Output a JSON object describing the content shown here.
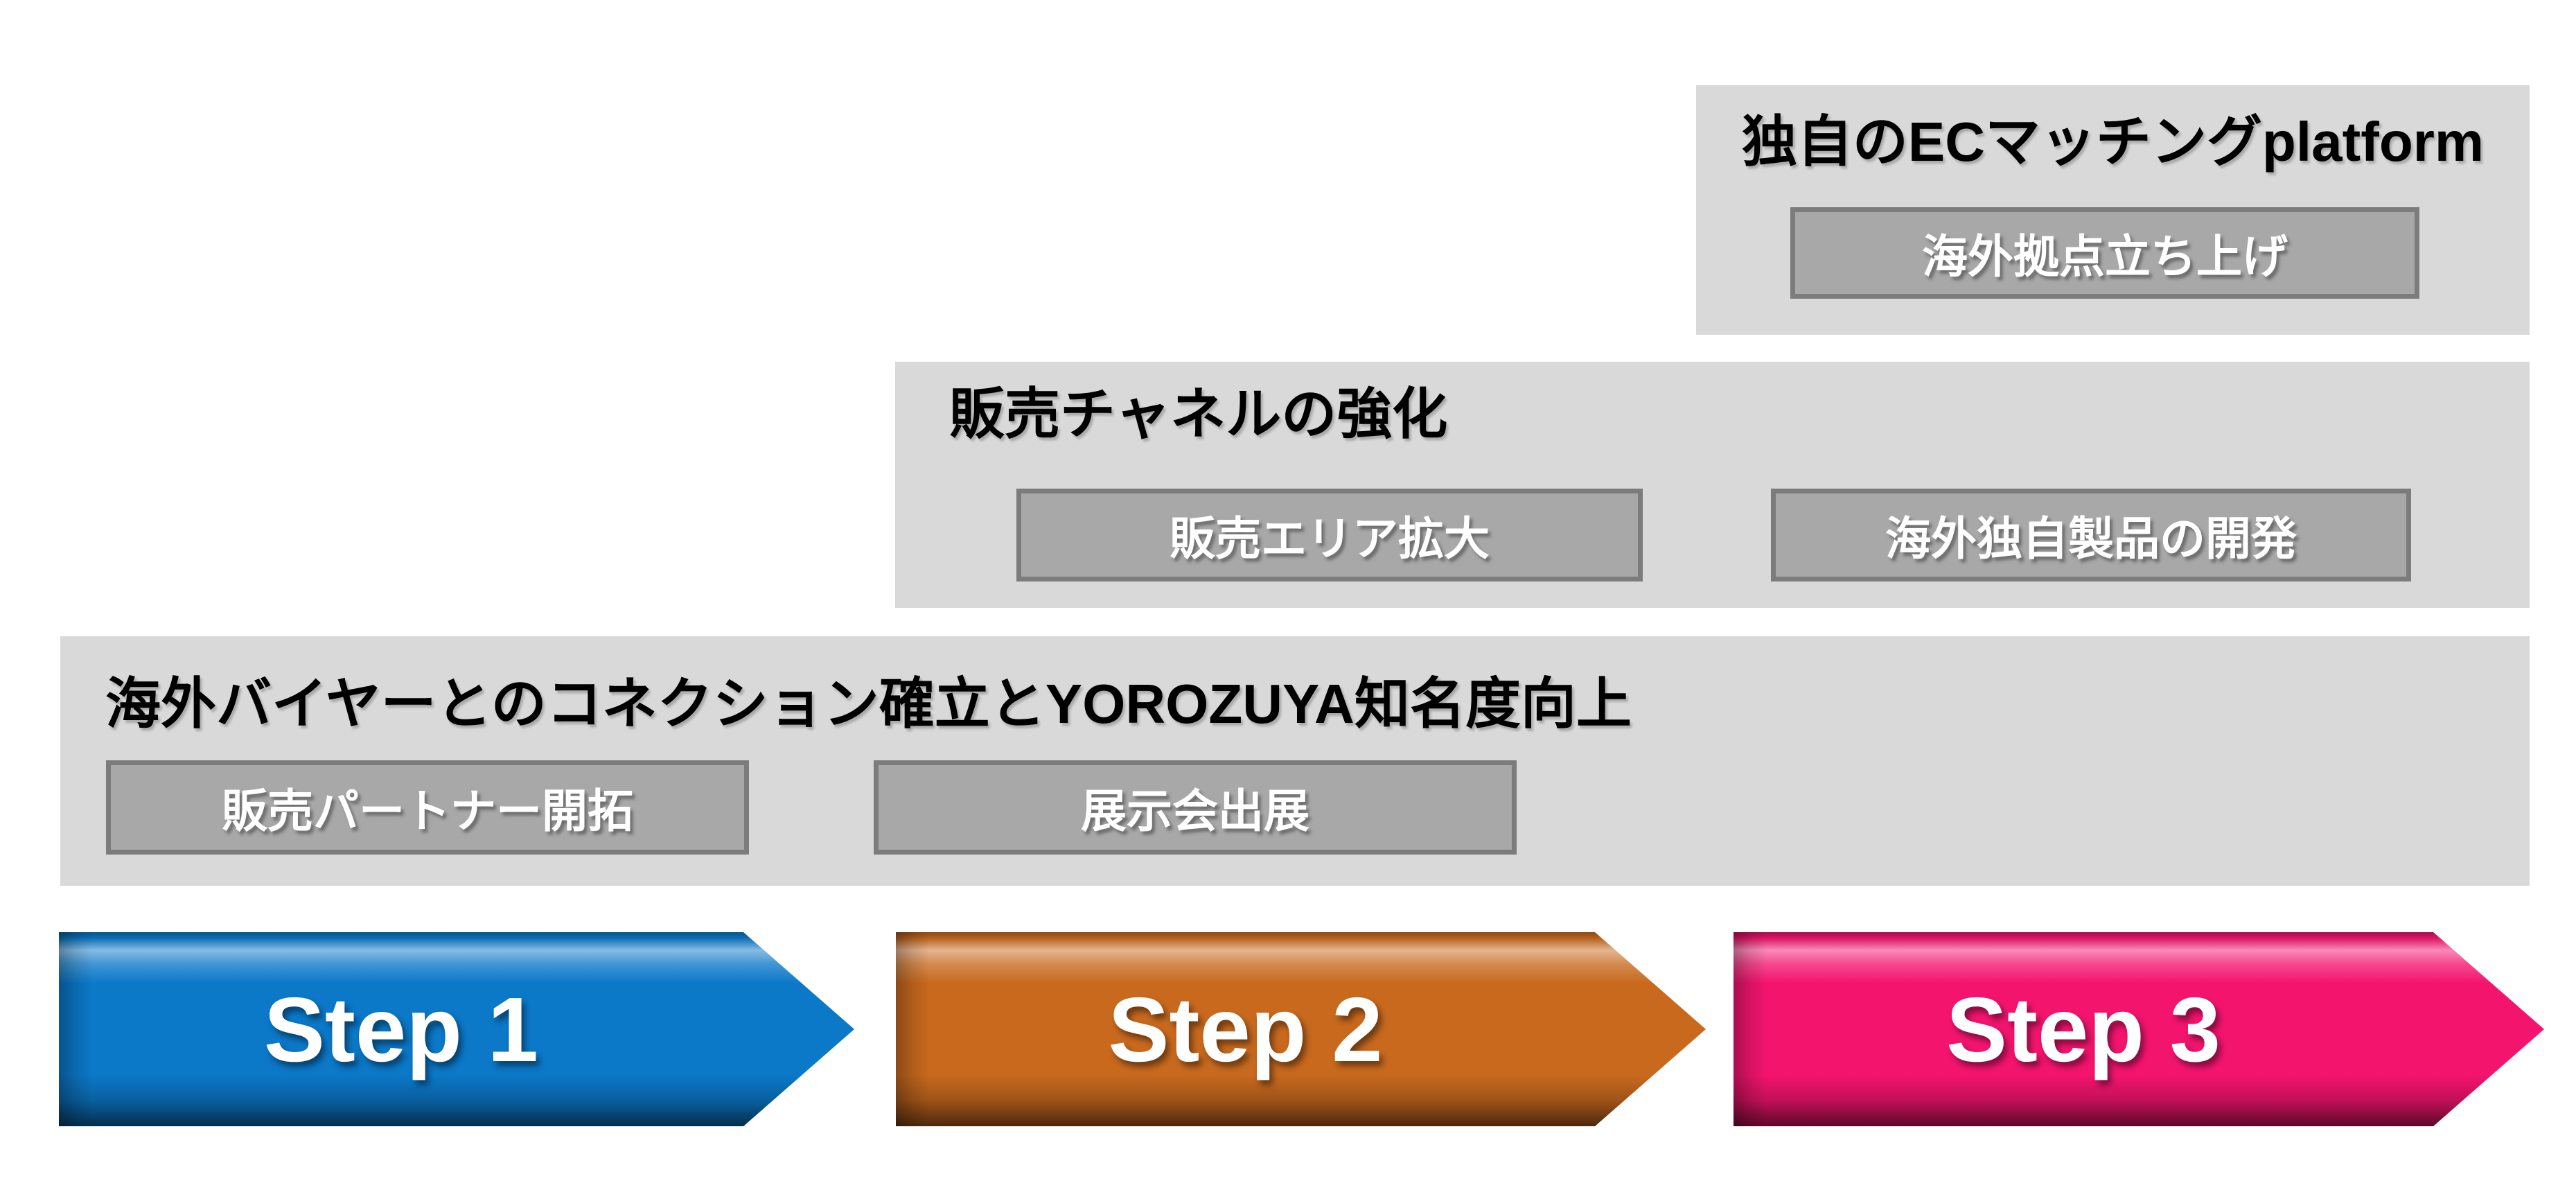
{
  "colors": {
    "page_bg": "#ffffff",
    "panel_bg": "#d9d9d9",
    "box_bg": "#a8a8a8",
    "box_border": "#7c7c7c",
    "box_text": "#ffffff",
    "title_text": "#000000",
    "step1": "#0b78c8",
    "step2": "#c8691e",
    "step3": "#f3146e"
  },
  "panels": {
    "step1": {
      "title": "海外バイヤーとのコネクション確立とYOROZUYA知名度向上",
      "boxes": [
        {
          "label": "販売パートナー開拓"
        },
        {
          "label": "展示会出展"
        }
      ]
    },
    "step2": {
      "title": "販売チャネルの強化",
      "boxes": [
        {
          "label": "販売エリア拡大"
        },
        {
          "label": "海外独自製品の開発"
        }
      ]
    },
    "step3": {
      "title": "独自のECマッチングplatform",
      "boxes": [
        {
          "label": "海外拠点立ち上げ"
        }
      ]
    }
  },
  "steps": [
    {
      "label": "Step 1"
    },
    {
      "label": "Step 2"
    },
    {
      "label": "Step 3"
    }
  ]
}
